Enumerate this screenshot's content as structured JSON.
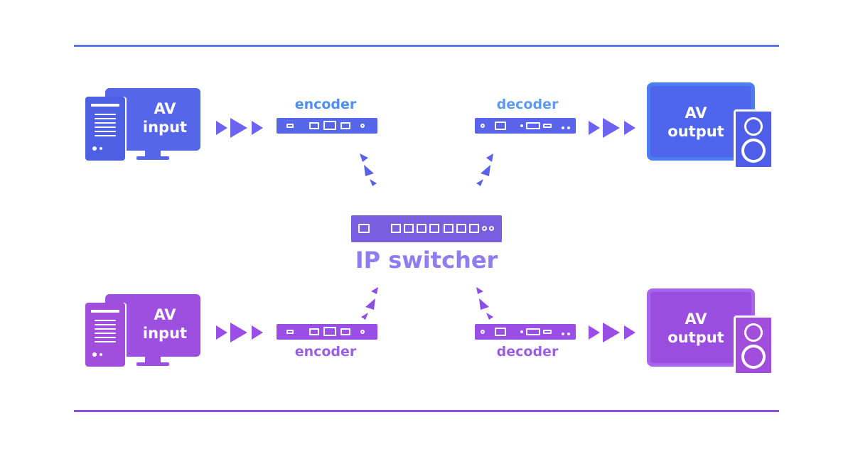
{
  "colors": {
    "blue": "#5b6cf0",
    "violet": "#8d4ee6",
    "top_rule": "#5b77e6",
    "bottom_rule": "#8a4fdc"
  },
  "top_row": {
    "input": {
      "line1": "AV",
      "line2": "input"
    },
    "encoder_label": "encoder",
    "decoder_label": "decoder",
    "output": {
      "line1": "AV",
      "line2": "output"
    }
  },
  "switcher": {
    "label": "IP switcher"
  },
  "bottom_row": {
    "input": {
      "line1": "AV",
      "line2": "input"
    },
    "encoder_label": "encoder",
    "decoder_label": "decoder",
    "output": {
      "line1": "AV",
      "line2": "output"
    }
  }
}
